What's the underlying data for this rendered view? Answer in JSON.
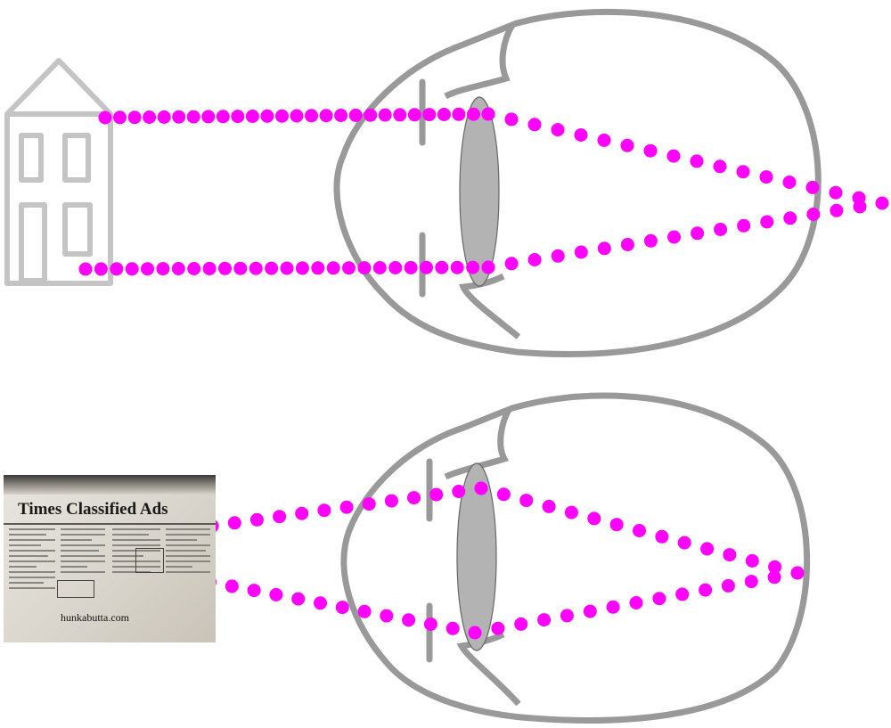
{
  "colors": {
    "eye_outline": "#999999",
    "lens_fill": "#b3b3b3",
    "ray": "#ff00ff",
    "house_outline": "#c4c4c4"
  },
  "icons": {
    "house": "house-icon",
    "newspaper": "newspaper-photo"
  },
  "newspaper": {
    "headline": "Times Classified Ads",
    "credit": "hunkabutta.com"
  }
}
